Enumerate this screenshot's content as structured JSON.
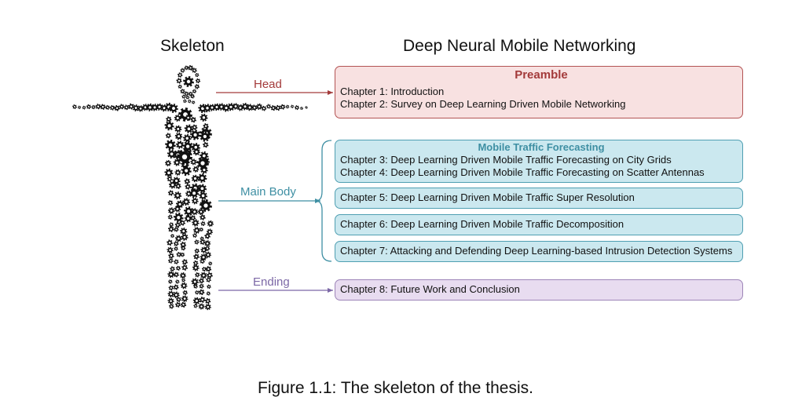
{
  "headings": {
    "skeleton": "Skeleton",
    "networking": "Deep Neural Mobile Networking"
  },
  "labels": {
    "head": "Head",
    "main_body": "Main Body",
    "ending": "Ending"
  },
  "preamble": {
    "title": "Preamble",
    "chapters": [
      "Chapter 1: Introduction",
      "Chapter 2: Survey on Deep Learning Driven Mobile Networking"
    ]
  },
  "main_body": {
    "forecasting_title": "Mobile Traffic Forecasting",
    "forecasting_chapters": [
      "Chapter 3: Deep Learning Driven Mobile Traffic Forecasting on City Grids",
      "Chapter 4: Deep Learning Driven Mobile Traffic Forecasting on Scatter Antennas"
    ],
    "chapter5": "Chapter 5: Deep Learning Driven Mobile Traffic Super Resolution",
    "chapter6": "Chapter 6: Deep Learning Driven Mobile Traffic Decomposition",
    "chapter7": "Chapter 7: Attacking and Defending Deep Learning-based Intrusion Detection Systems"
  },
  "ending": {
    "chapter8": "Chapter 8: Future Work and Conclusion"
  },
  "caption": "Figure 1.1:  The skeleton of the thesis.",
  "colors": {
    "head": "#a33a3a",
    "main_body": "#3e8fa3",
    "ending": "#7c68a6",
    "preamble_fill": "#f8e1e1",
    "body_fill": "#cbe8ef",
    "ending_fill": "#e8dcf0",
    "gear": "#111111"
  },
  "icons": {
    "figure": "gear-human-figure"
  }
}
